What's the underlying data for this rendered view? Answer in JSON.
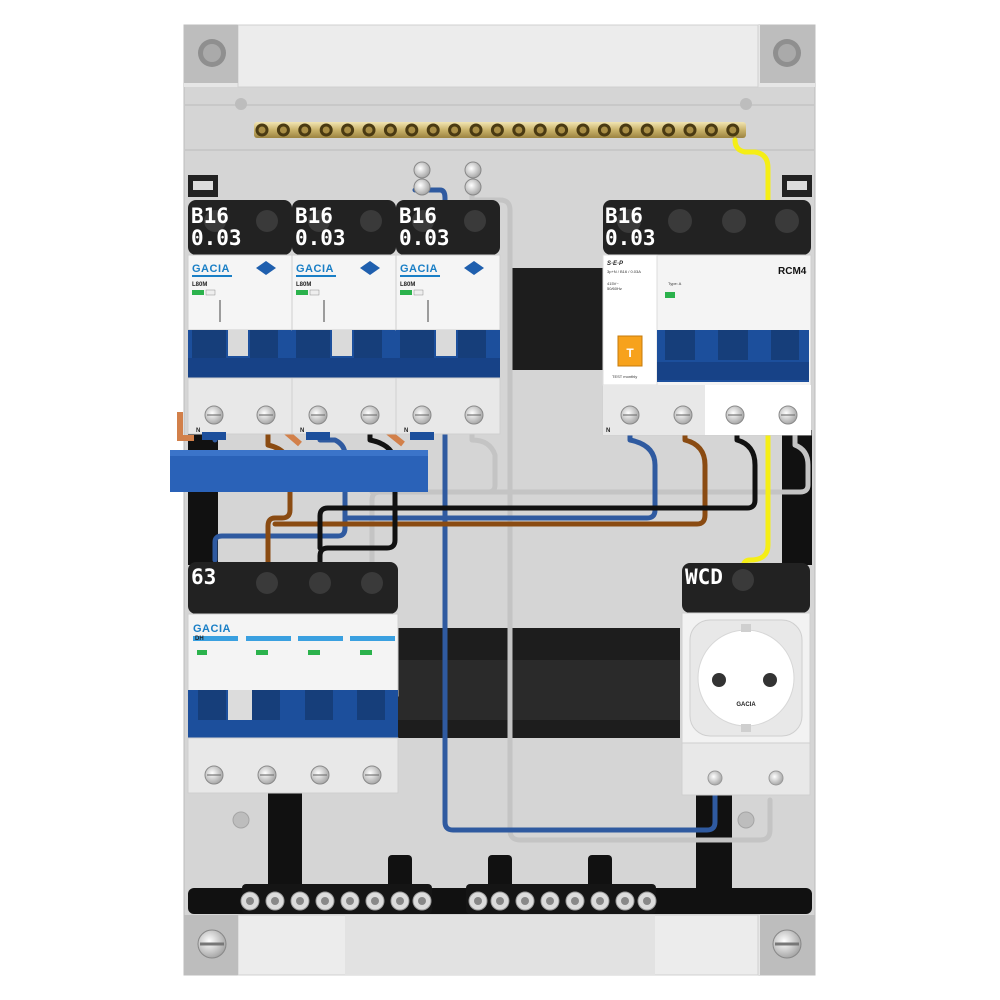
{
  "labels": {
    "mcb1_rating": "B16",
    "mcb1_sens": "0.03",
    "mcb2_rating": "B16",
    "mcb2_sens": "0.03",
    "mcb3_rating": "B16",
    "mcb3_sens": "0.03",
    "rcbo_rating": "B16",
    "rcbo_sens": "0.03",
    "isolator_rating": "63",
    "socket_label": "WCD",
    "rcm_label": "RCM4"
  },
  "devices": {
    "mcb_brand": "GACIA",
    "mcb_model": "L80M",
    "isolator_model": "DH",
    "socket_brand": "GACIA",
    "rcbo_brand": "S·E·P",
    "rcbo_spec": "3p+N / B16 / 0.03A",
    "rcbo_test": "TEST monthly",
    "rcbo_type": "Type: A",
    "neutral_mark": "N"
  },
  "colors": {
    "wire_blue": "#2f5aa0",
    "wire_brown": "#8a4b12",
    "wire_black": "#111111",
    "wire_grey": "#c4c4c4",
    "wire_yellow": "#f5ee16",
    "breaker_blue": "#1c4f9c",
    "label_bg": "#222222",
    "enclosure": "#dcdcdc"
  }
}
